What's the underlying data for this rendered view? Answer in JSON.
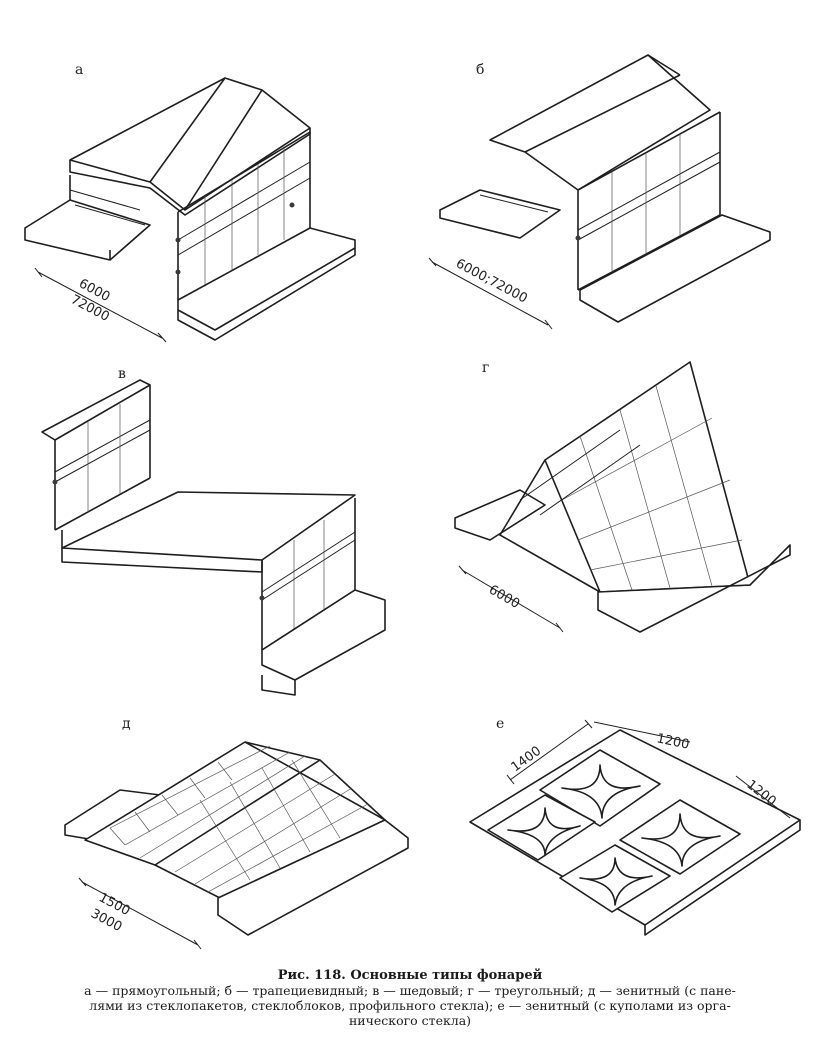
{
  "panels": {
    "a": {
      "label": "а",
      "dim1": "6000",
      "dim2": "72000"
    },
    "b": {
      "label": "б",
      "dim": "6000;72000"
    },
    "v": {
      "label": "в"
    },
    "g": {
      "label": "г",
      "dim": "6000"
    },
    "d": {
      "label": "д",
      "dim1": "1500",
      "dim2": "3000"
    },
    "e": {
      "label": "е",
      "dim1": "1400",
      "dim2": "1200",
      "dim3": "1200"
    }
  },
  "caption": {
    "title": "Рис. 118. Основные типы фонарей",
    "body_line1": "а — прямоугольный; б — трапециевидный; в — шедовый; г — треугольный; д — зенитный (с пане-",
    "body_line2": "лями из стеклопакетов, стеклоблоков, профильного стекла); е — зенитный (с куполами из орга-",
    "body_line3": "нического стекла)"
  }
}
